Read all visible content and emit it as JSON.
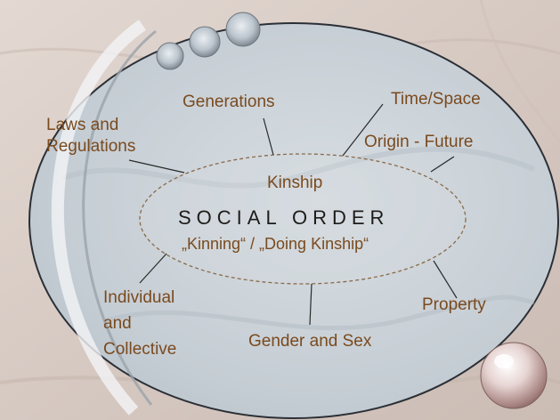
{
  "diagram": {
    "center": {
      "title": "SOCIAL ORDER",
      "subtitle": "„Kinning“ / „Doing Kinship“",
      "top_label": "Kinship"
    },
    "nodes": {
      "laws": [
        "Laws and",
        "Regulations"
      ],
      "generations": "Generations",
      "time_space": "Time/Space",
      "origin_future": "Origin - Future",
      "property": "Property",
      "gender_sex": "Gender and Sex",
      "individual": [
        "Individual",
        "and",
        "Collective"
      ]
    },
    "colors": {
      "label_brown": "#7a4a1e",
      "title_dark": "#1e1c1a",
      "ellipse_fill": "#c9d1d8",
      "ellipse_stroke": "#2b2f36",
      "background_marble": "#d9cdc6",
      "dashed_ellipse": "#8a6a4a"
    }
  }
}
